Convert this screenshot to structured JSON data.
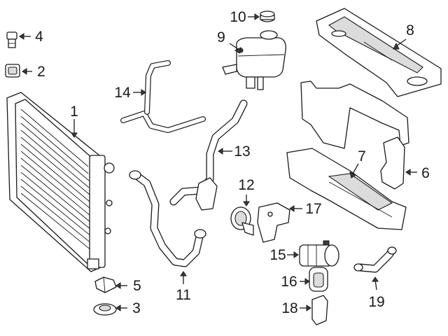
{
  "callouts": [
    {
      "id": "1",
      "text": "1"
    },
    {
      "id": "2",
      "text": "2"
    },
    {
      "id": "3",
      "text": "3"
    },
    {
      "id": "4",
      "text": "4"
    },
    {
      "id": "5",
      "text": "5"
    },
    {
      "id": "6",
      "text": "6"
    },
    {
      "id": "7",
      "text": "7"
    },
    {
      "id": "8",
      "text": "8"
    },
    {
      "id": "9",
      "text": "9"
    },
    {
      "id": "10",
      "text": "10"
    },
    {
      "id": "11",
      "text": "11"
    },
    {
      "id": "12",
      "text": "12"
    },
    {
      "id": "13",
      "text": "13"
    },
    {
      "id": "14",
      "text": "14"
    },
    {
      "id": "15",
      "text": "15"
    },
    {
      "id": "16",
      "text": "16"
    },
    {
      "id": "17",
      "text": "17"
    },
    {
      "id": "18",
      "text": "18"
    },
    {
      "id": "19",
      "text": "19"
    }
  ],
  "colors": {
    "ink": "#1a1a1a",
    "background": "#ffffff"
  }
}
